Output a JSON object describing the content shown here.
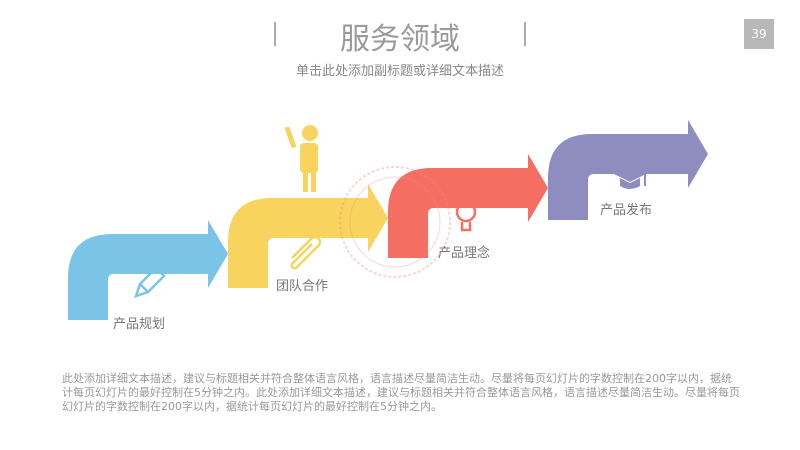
{
  "header": {
    "title": "服务领域",
    "subtitle": "单击此处添加副标题或详细文本描述",
    "page_number": "39"
  },
  "steps": [
    {
      "label": "产品规划",
      "icon": "pencil-icon",
      "color": "#7cc3e8"
    },
    {
      "label": "团队合作",
      "icon": "paperclip-icon",
      "color": "#f8d35e"
    },
    {
      "label": "产品理念",
      "icon": "lightbulb-icon",
      "color": "#f46f62"
    },
    {
      "label": "产品发布",
      "icon": "graduation-cap-icon",
      "color": "#8f8cc0"
    }
  ],
  "description": "此处添加详细文本描述，建议与标题相关并符合整体语言风格，语言描述尽量简洁生动。尽量将每页幻灯片的字数控制在200字以内，据统计每页幻灯片的最好控制在5分钟之内。此处添加详细文本描述，建议与标题相关并符合整体语言风格，语言描述尽量简洁生动。尽量将每页幻灯片的字数控制在200字以内，据统计每页幻灯片的最好控制在5分钟之内。"
}
